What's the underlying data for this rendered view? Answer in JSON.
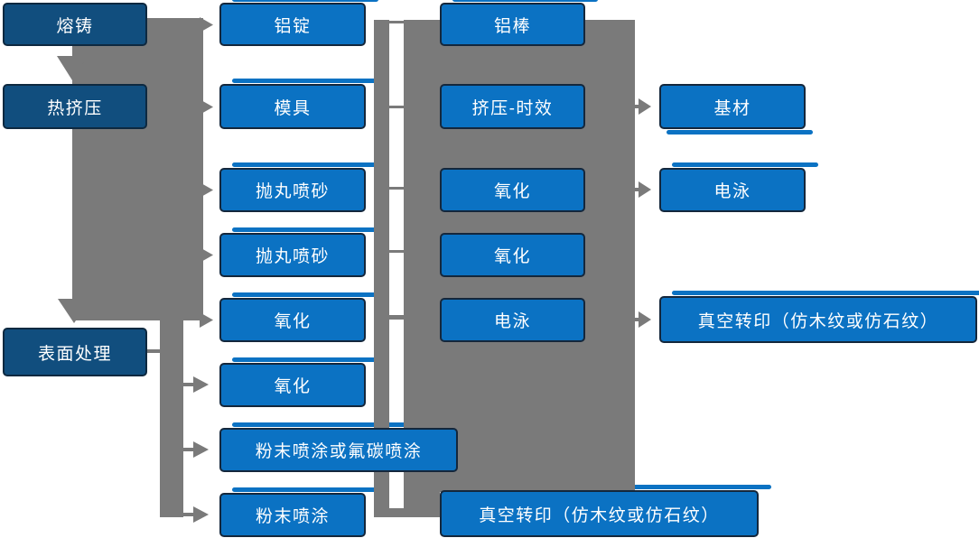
{
  "diagram": {
    "type": "flowchart",
    "background": "#ffffff",
    "colors": {
      "node_blue": "#0b72c3",
      "node_navy": "#114e7e",
      "node_border_blue": "#14273c",
      "node_border_navy": "#0e2940",
      "connector_gray": "#7a7a7a",
      "text": "#ffffff"
    },
    "nodes": [
      {
        "id": "rongzhu",
        "label": "熔铸",
        "style": "navy"
      },
      {
        "id": "rejiya",
        "label": "热挤压",
        "style": "navy"
      },
      {
        "id": "biaomian",
        "label": "表面处理",
        "style": "navy"
      },
      {
        "id": "lvding",
        "label": "铝锭",
        "style": "blue"
      },
      {
        "id": "muju",
        "label": "模具",
        "style": "blue"
      },
      {
        "id": "paowan-1",
        "label": "抛丸喷砂",
        "style": "blue"
      },
      {
        "id": "paowan-2",
        "label": "抛丸喷砂",
        "style": "blue"
      },
      {
        "id": "yanghua-1",
        "label": "氧化",
        "style": "blue"
      },
      {
        "id": "yanghua-2",
        "label": "氧化",
        "style": "blue"
      },
      {
        "id": "fenmo-fluor",
        "label": "粉末喷涂或氟碳喷涂",
        "style": "blue"
      },
      {
        "id": "fenmo",
        "label": "粉末喷涂",
        "style": "blue"
      },
      {
        "id": "lvbang",
        "label": "铝棒",
        "style": "blue"
      },
      {
        "id": "jiya-shixiao",
        "label": "挤压-时效",
        "style": "blue"
      },
      {
        "id": "yanghua-3",
        "label": "氧化",
        "style": "blue"
      },
      {
        "id": "yanghua-4",
        "label": "氧化",
        "style": "blue"
      },
      {
        "id": "dianyong-1",
        "label": "电泳",
        "style": "blue"
      },
      {
        "id": "zhenkong-1",
        "label": "真空转印（仿木纹或仿石纹）",
        "style": "blue"
      },
      {
        "id": "jicai",
        "label": "基材",
        "style": "blue"
      },
      {
        "id": "dianyong-2",
        "label": "电泳",
        "style": "blue"
      },
      {
        "id": "zhenkong-2",
        "label": "真空转印（仿木纹或仿石纹）",
        "style": "blue"
      }
    ]
  }
}
